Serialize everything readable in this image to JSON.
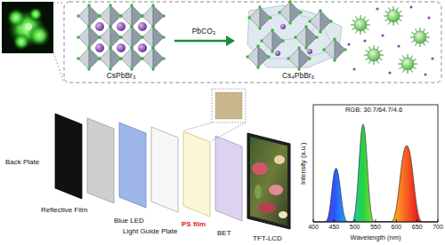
{
  "diagram": {
    "labels": [
      "CsPbBr₃",
      "PbCO₃",
      "Cs₄PbBr₆",
      "Back Plate",
      "Reflective Film",
      "Blue LED",
      "Light Guide Plate",
      "PS film",
      "BET",
      "TFT-LCD",
      "RGB: 30.7/64.7/4.6",
      "Intensity (a.u.)",
      "400",
      "450",
      "500",
      "550",
      "600",
      "650",
      "700",
      "Wavelength (nm)"
    ]
  }
}
